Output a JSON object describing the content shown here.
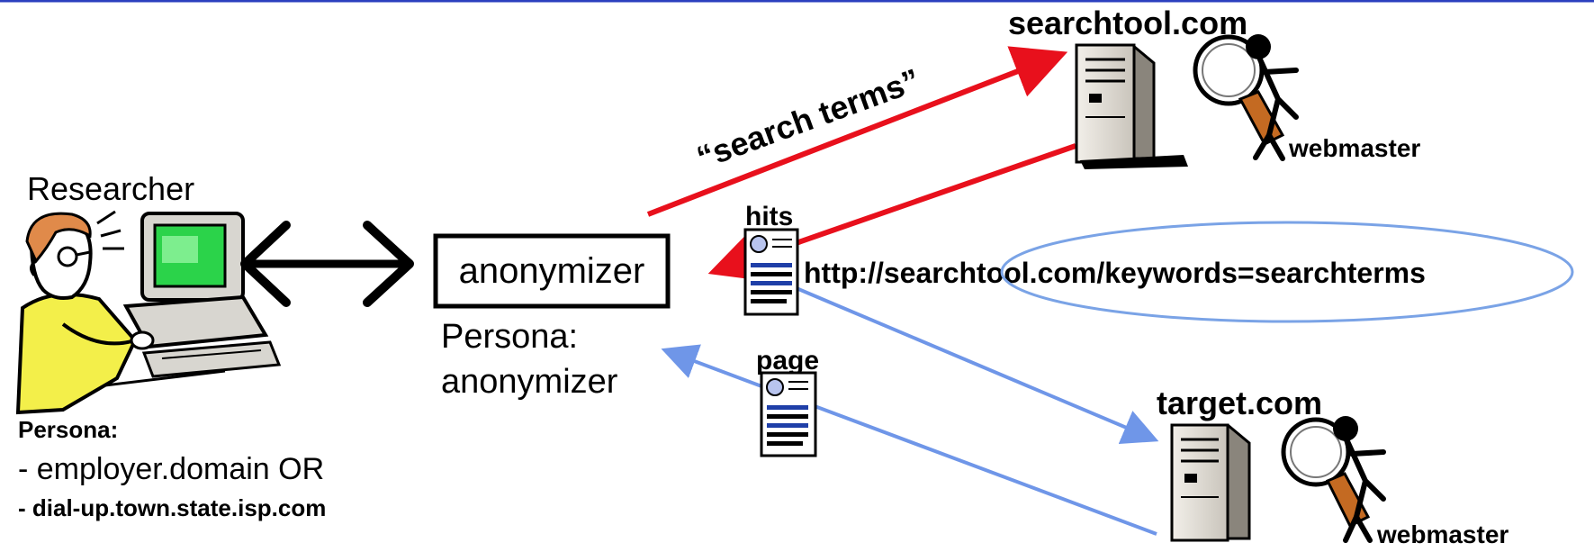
{
  "researcher": {
    "label": "Researcher",
    "persona_title": "Persona:",
    "persona_option_1": "- employer.domain OR",
    "persona_option_2": "- dial-up.town.state.isp.com"
  },
  "anonymizer": {
    "box_label": "anonymizer",
    "persona_line_1": "Persona:",
    "persona_line_2": "anonymizer"
  },
  "search_terms_label": "“search terms”",
  "hits_label": "hits",
  "page_label": "page",
  "url_text": "http://searchtool.com/keywords=searchterms",
  "searchtool": {
    "site": "searchtool.com",
    "role": "webmaster"
  },
  "target": {
    "site": "target.com",
    "role": "webmaster"
  },
  "colors": {
    "request_arrow": "#e8101c",
    "page_arrow": "#6f96e8",
    "highlight_ellipse": "#7aa3e6",
    "top_rule": "#2b3fbf"
  }
}
